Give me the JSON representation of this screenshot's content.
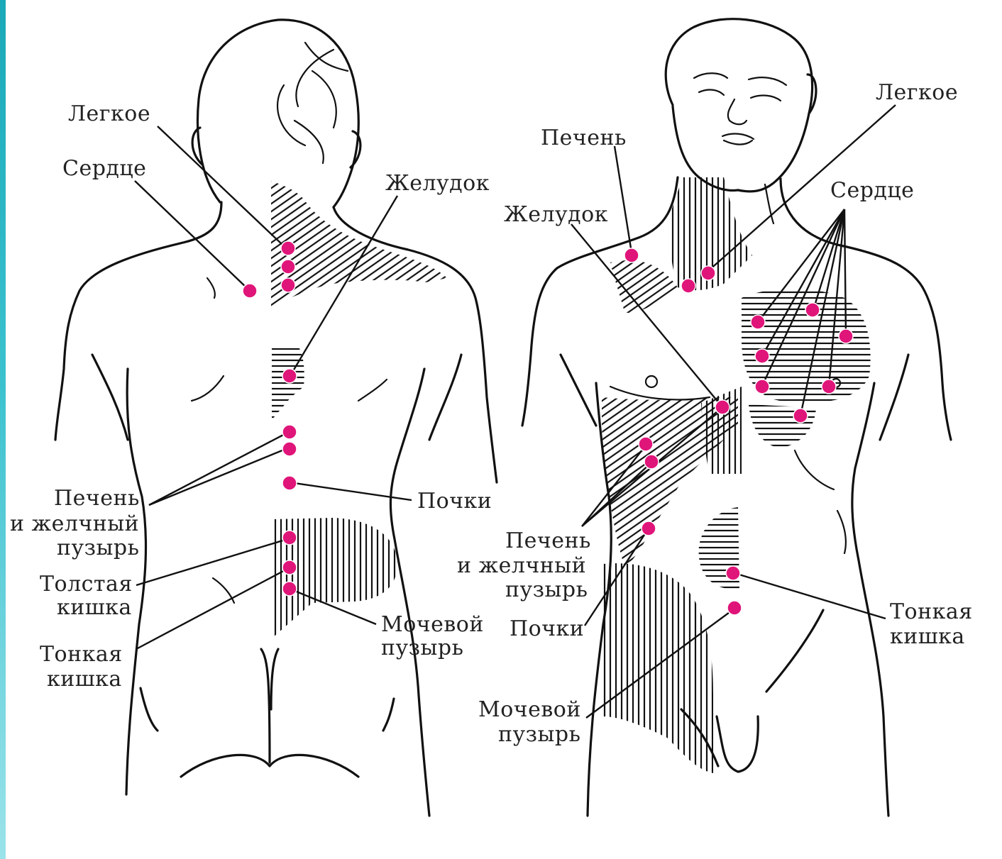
{
  "colors": {
    "point": "#e0157a",
    "ink": "#111111",
    "edge_accent": "#2bb7c4"
  },
  "back_view": {
    "labels": {
      "lung": "Легкое",
      "heart": "Сердце",
      "stomach": "Желудок",
      "liver_1": "Печень",
      "liver_2": "и желчный",
      "liver_3": "пузырь",
      "kidneys": "Почки",
      "colon_1": "Толстая",
      "colon_2": "кишка",
      "bladder_1": "Мочевой",
      "bladder_2": "пузырь",
      "small_int_1": "Тонкая",
      "small_int_2": "кишка"
    }
  },
  "front_view": {
    "labels": {
      "liver": "Печень",
      "lung": "Легкое",
      "heart": "Сердце",
      "stomach": "Желудок",
      "liver_gb_1": "Печень",
      "liver_gb_2": "и желчный",
      "liver_gb_3": "пузырь",
      "kidneys": "Почки",
      "small_int_1": "Тонкая",
      "small_int_2": "кишка",
      "bladder_1": "Мочевой",
      "bladder_2": "пузырь"
    }
  }
}
